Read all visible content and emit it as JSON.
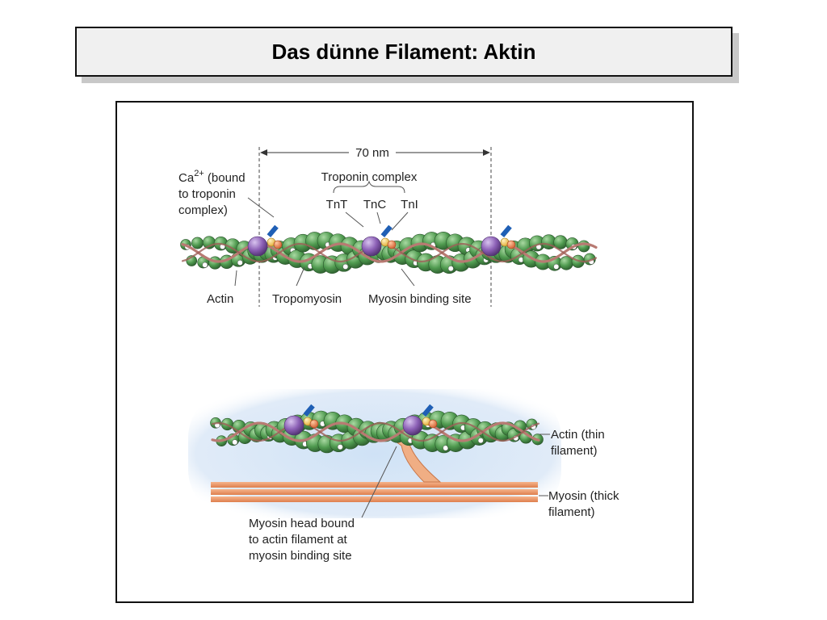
{
  "slide": {
    "title": "Das dünne Filament: Aktin"
  },
  "top_panel": {
    "distance_label": "70 nm",
    "ca_label": {
      "line1": "Ca",
      "superscript": "2+",
      "line1_rest": " (bound",
      "line2": "to troponin",
      "line3": "complex)"
    },
    "troponin_label": "Troponin complex",
    "subunits": [
      "TnT",
      "TnC",
      "TnI"
    ],
    "actin_label": "Actin",
    "tropomyosin_label": "Tropomyosin",
    "binding_site_label": "Myosin binding site"
  },
  "bottom_panel": {
    "actin_label": {
      "line1": "Actin (thin",
      "line2": "filament)"
    },
    "myosin_label": {
      "line1": "Myosin (thick",
      "line2": "filament)"
    },
    "head_label": {
      "line1": "Myosin head bound",
      "line2": "to actin filament at",
      "line3": "myosin binding site"
    }
  },
  "colors": {
    "actin": "#4f9a4f",
    "troponin_purple": "#8b5fb5",
    "troponin_yellow": "#f2c14e",
    "troponin_orange": "#e8733a",
    "calcium_blue": "#1f5fb5",
    "tropomyosin": "#b87a72",
    "myosin": "#ec9a6c",
    "blue_glow": "#cfe2f6"
  }
}
